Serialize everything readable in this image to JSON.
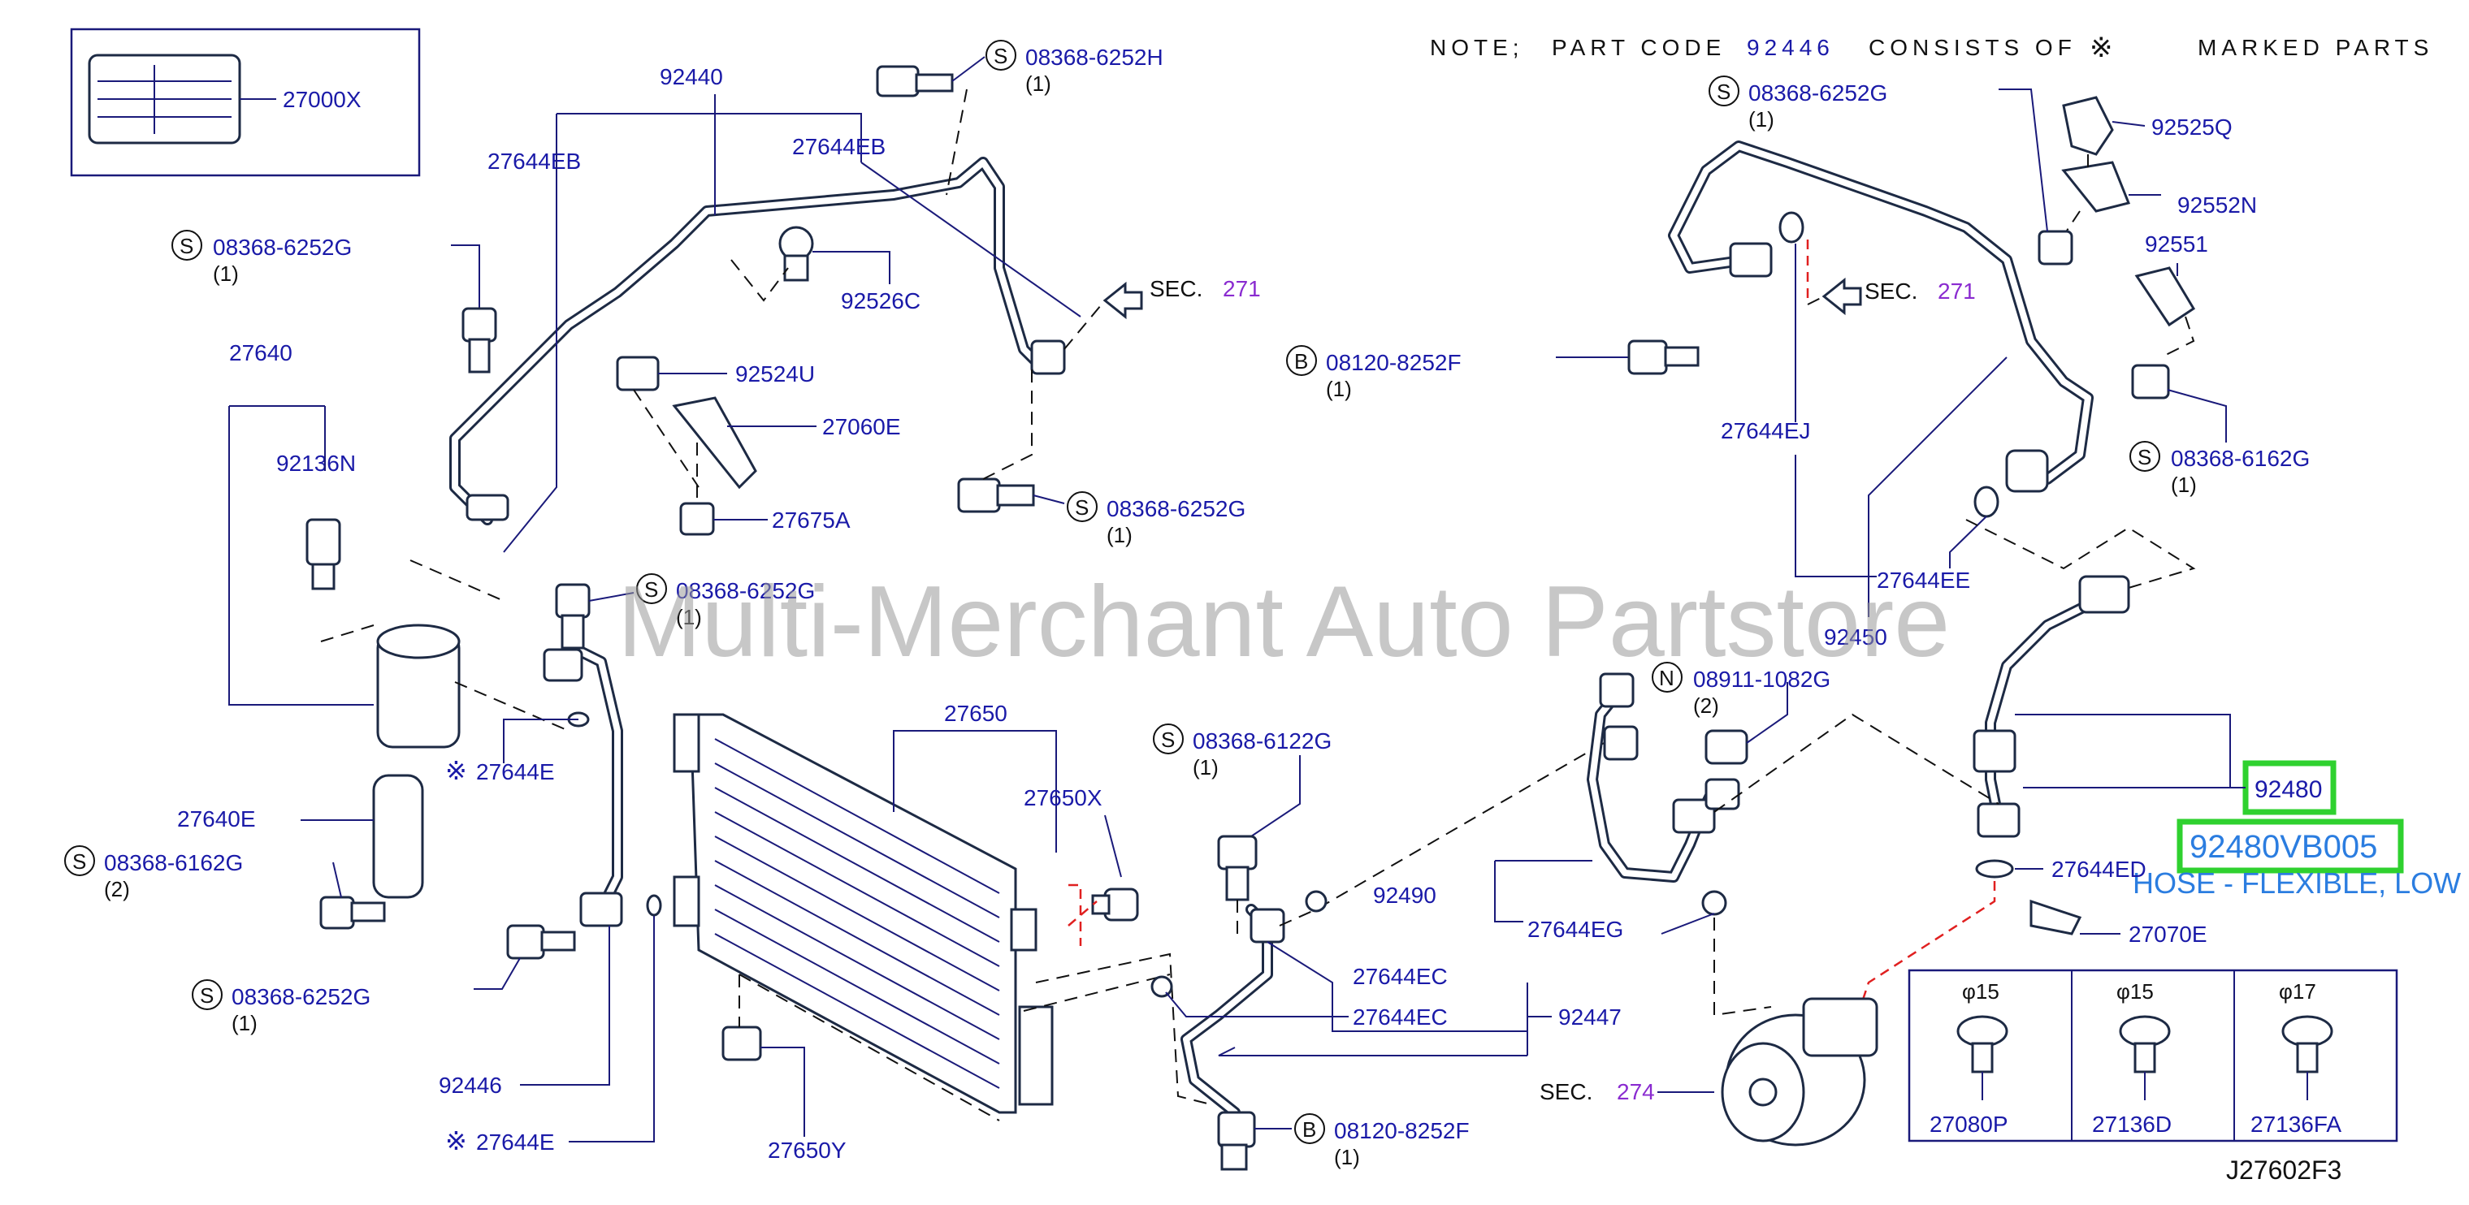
{
  "note": {
    "prefix": "NOTE;",
    "part_code_label": "PART CODE",
    "part_code": "92446",
    "consists_of": "CONSISTS OF",
    "mark": "※",
    "suffix": "MARKED PARTS"
  },
  "watermark": "Multi-Merchant Auto Partstore",
  "drawing_number": "J27602F3",
  "highlight": {
    "code": "92480",
    "part_number": "92480VB005",
    "description": "HOSE - FLEXIBLE, LOW"
  },
  "sec_refs": [
    {
      "prefix": "SEC.",
      "num": "271"
    },
    {
      "prefix": "SEC.",
      "num": "271"
    },
    {
      "prefix": "SEC.",
      "num": "274"
    }
  ],
  "labels": {
    "l27000X": "27000X",
    "l92440": "92440",
    "l27644EB_a": "27644EB",
    "l27644EB_b": "27644EB",
    "l08368_6252H": "08368-6252H",
    "l92526C": "92526C",
    "l92524U": "92524U",
    "l27060E": "27060E",
    "l27675A": "27675A",
    "l08368_6252G_a": "08368-6252G",
    "l08368_6252G_b": "08368-6252G",
    "l08368_6252G_c": "08368-6252G",
    "l08368_6252G_d": "08368-6252G",
    "l08368_6252G_e": "08368-6252G",
    "l27640": "27640",
    "l92136N": "92136N",
    "l27644E_a": "27644E",
    "l27644E_b": "27644E",
    "l27640E": "27640E",
    "l08368_6162G_a": "08368-6162G",
    "l08368_6162G_b": "08368-6162G",
    "l92446": "92446",
    "l27650": "27650",
    "l27650X": "27650X",
    "l27650Y": "27650Y",
    "l08368_6122G": "08368-6122G",
    "l92490": "92490",
    "l27644EC_a": "27644EC",
    "l27644EC_b": "27644EC",
    "l92447": "92447",
    "l08120_8252F_a": "08120-8252F",
    "l08120_8252F_b": "08120-8252F",
    "l27644EJ": "27644EJ",
    "l27644EE": "27644EE",
    "l92450": "92450",
    "l08911_1082G": "08911-1082G",
    "l27644EG": "27644EG",
    "l27644ED": "27644ED",
    "l27070E": "27070E",
    "l92525Q": "92525Q",
    "l92552N": "92552N",
    "l92551": "92551",
    "l27080P": "27080P",
    "l27136D": "27136D",
    "l27136FA": "27136FA"
  },
  "prefixes": {
    "s": "S",
    "b": "B",
    "n": "N"
  },
  "qty": {
    "one": "(1)",
    "two": "(2)"
  },
  "clips": [
    {
      "dia": "φ15",
      "code": "27080P"
    },
    {
      "dia": "φ15",
      "code": "27136D"
    },
    {
      "dia": "φ17",
      "code": "27136FA"
    }
  ]
}
